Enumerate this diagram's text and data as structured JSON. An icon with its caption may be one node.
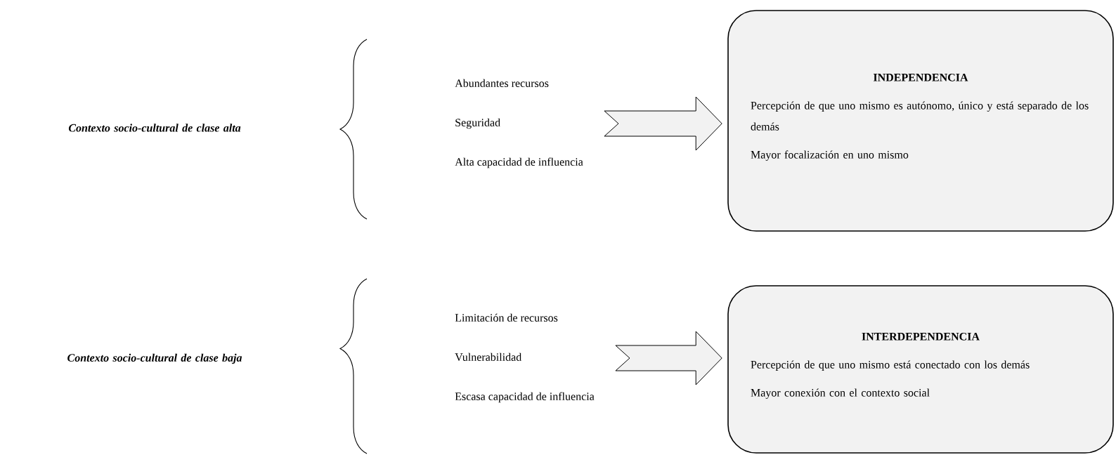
{
  "diagram": {
    "nodes": [
      {
        "text": [
          "Abundantes recursos",
          "Seguridad",
          "Alta capacidad de influencia"
        ]
      },
      {
        "text": [
          "INDEPENDENCIA",
          "Percepción de que uno mismo es autónomo, único y está separado de los demás",
          "Mayor focalización en uno mismo"
        ]
      },
      {
        "text": [
          "Limitación de recursos",
          "Vulnerabilidad",
          "Escasa capacidad de influencia"
        ]
      },
      {
        "text": [
          "INTERDEPENDENCIA",
          "Percepción de que uno mismo está conectado con los demás",
          "Mayor conexión con el contexto social"
        ]
      }
    ],
    "edges": [
      {
        "from": 0,
        "to": 1,
        "arrow": "to"
      },
      {
        "from": 2,
        "to": 3,
        "arrow": "to"
      }
    ],
    "labels": [
      "Contexto socio-cultural de clase alta",
      "Contexto socio-cultural de clase baja"
    ]
  }
}
